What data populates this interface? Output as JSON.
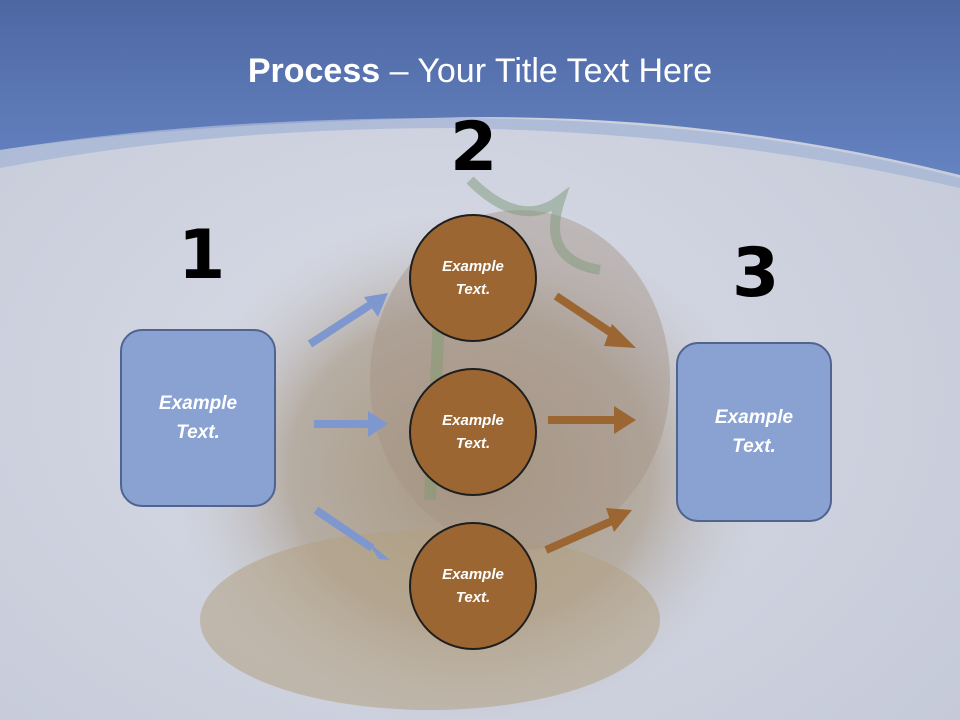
{
  "title": {
    "bold": "Process",
    "rest": " – Your Title Text Here"
  },
  "steps": {
    "one": "1",
    "two": "2",
    "three": "3"
  },
  "left_box": {
    "text": "Example\nText."
  },
  "right_box": {
    "text": "Example\nText."
  },
  "circles": [
    {
      "text": "Example\nText."
    },
    {
      "text": "Example\nText."
    },
    {
      "text": "Example\nText."
    }
  ],
  "colors": {
    "header": "#5b78b8",
    "box_fill": "#8aa2d2",
    "circle_fill": "#9b6632",
    "blue_arrow": "#7f97cf",
    "brown_arrow": "#9b6632"
  }
}
